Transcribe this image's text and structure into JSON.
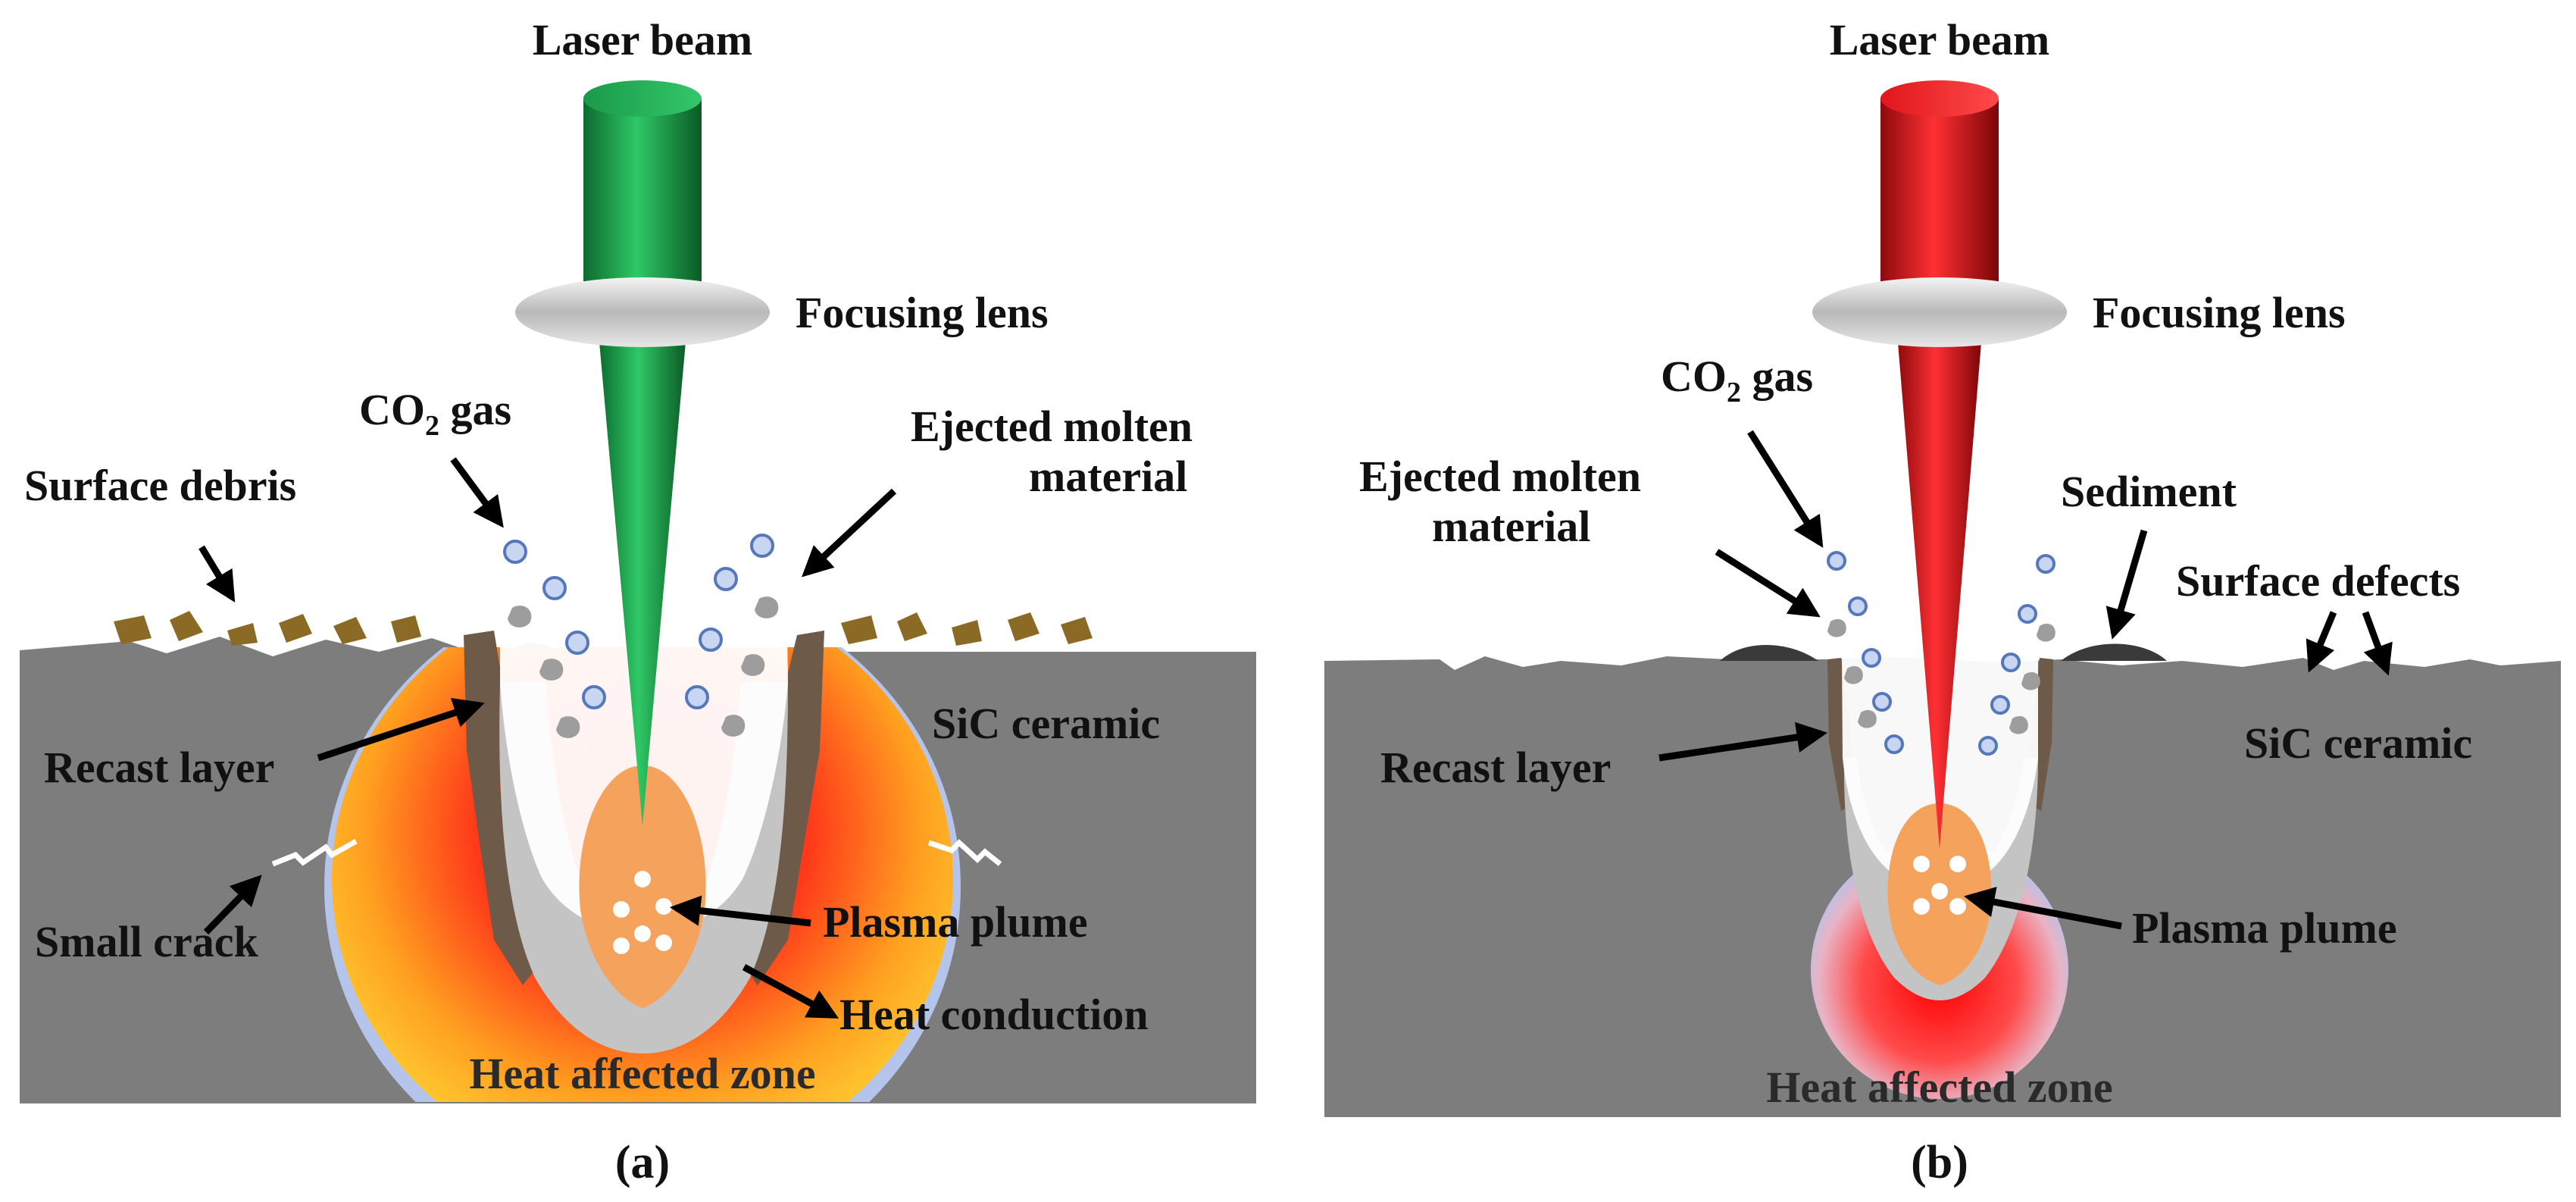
{
  "panel_a": {
    "caption": "(a)",
    "laser_color": "#1f9e4a",
    "labels": {
      "laser_beam": "Laser beam",
      "focusing_lens": "Focusing lens",
      "co2_gas_prefix": "CO",
      "co2_gas_sub": "2",
      "co2_gas_suffix": " gas",
      "ejected_line1": "Ejected molten",
      "ejected_line2": "material",
      "surface_debris": "Surface debris",
      "recast_layer": "Recast layer",
      "sic_ceramic": "SiC ceramic",
      "small_crack": "Small crack",
      "plasma_plume": "Plasma plume",
      "heat_conduction": "Heat conduction",
      "heat_affected_zone": "Heat affected zone"
    }
  },
  "panel_b": {
    "caption": "(b)",
    "laser_color": "#e0161b",
    "labels": {
      "laser_beam": "Laser beam",
      "focusing_lens": "Focusing lens",
      "co2_gas_prefix": "CO",
      "co2_gas_sub": "2",
      "co2_gas_suffix": " gas",
      "ejected_line1": "Ejected molten",
      "ejected_line2": "material",
      "sediment": "Sediment",
      "surface_defects": "Surface defects",
      "recast_layer": "Recast layer",
      "sic_ceramic": "SiC ceramic",
      "plasma_plume": "Plasma plume",
      "heat_affected_zone": "Heat affected zone"
    }
  },
  "colors": {
    "ceramic": "#7d7d7d",
    "recast": "#6e5a48",
    "melt_gray": "#c4c4c4",
    "plasma": "#f5a25d",
    "debris": "#8a6a25",
    "bubble_fill": "#c8d6f2",
    "bubble_stroke": "#5577bb",
    "sediment": "#3a3a3a"
  }
}
